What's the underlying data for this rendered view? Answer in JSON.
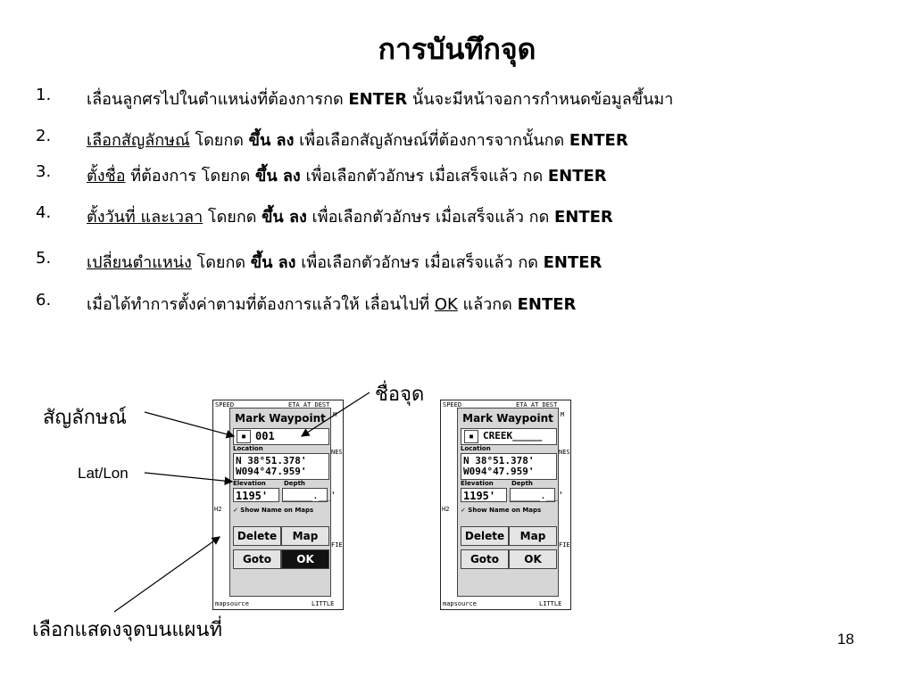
{
  "title": "การบันทึกจุด",
  "steps": [
    {
      "num": "1.",
      "p1": "เลื่อนลูกศรไปในตำแหน่งที่ต้องการกด ",
      "key": "ENTER",
      "p2": " นั้นจะมีหน้าจอการกำหนดข้อมูลขึ้นมา"
    },
    {
      "num": "2.",
      "ul": "เลือกสัญลักษณ์",
      "p1": " โดยกด ",
      "bold": "ขึ้น ลง",
      "p2": " เพื่อเลือกสัญลักษณ์ที่ต้องการจากนั้นกด ",
      "key": "ENTER"
    },
    {
      "num": "3.",
      "ul": "ตั้งชื่อ",
      "p1": "  ที่ต้องการ โดยกด ",
      "bold": "ขึ้น ลง",
      "p2": " เพื่อเลือกตัวอักษร เมื่อเสร็จแล้ว กด ",
      "key": "ENTER"
    },
    {
      "num": "4.",
      "ul": "ตั้งวันที่ และเวลา",
      "p1": " โดยกด ",
      "bold": "ขึ้น ลง",
      "p2": " เพื่อเลือกตัวอักษร เมื่อเสร็จแล้ว กด ",
      "key": "ENTER"
    },
    {
      "num": "5.",
      "ul": "เปลี่ยนตำแหน่ง",
      "p1": " โดยกด ",
      "bold": "ขึ้น ลง",
      "p2": " เพื่อเลือกตัวอักษร เมื่อเสร็จแล้ว กด ",
      "key": "ENTER"
    },
    {
      "num": "6.",
      "p1": "เมื่อได้ทำการตั้งค่าตามที่ต้องการแล้วให้ เลื่อนไปที่ ",
      "ok": "OK",
      "p2": " แล้วกด ",
      "key": "ENTER"
    }
  ],
  "labels": {
    "symbol": "สัญลักษณ์",
    "name": "ชื่อจุด",
    "latlon": "Lat/Lon",
    "show_on_map": "เลือกแสดงจุดบนแผนที่"
  },
  "page_number": "18",
  "screens": [
    {
      "bg_speed": "SPEED",
      "bg_eta": "ETA AT DEST",
      "bg_m": "M",
      "bg_nes": "NES",
      "bg_h2": "H2",
      "bg_fie": "FIE",
      "bg_map": "mapsource",
      "bg_little": "LITTLE",
      "panel_title": "Mark Waypoint",
      "symbol_glyph": "▪",
      "name": "001",
      "location_label": "Location",
      "lat": "N  38°51.378'",
      "lon": "W094°47.959'",
      "elevation_label": "Elevation",
      "depth_label": "Depth",
      "elevation": "1195'",
      "depth": "_____.__'",
      "show_label": "✓ Show Name on Maps",
      "btn_delete": "Delete",
      "btn_map": "Map",
      "btn_goto": "Goto",
      "btn_ok": "OK"
    },
    {
      "bg_speed": "SPEED",
      "bg_eta": "ETA AT DEST",
      "bg_m": "M",
      "bg_nes": "NES",
      "bg_h2": "H2",
      "bg_fie": "FIE",
      "bg_map": "mapsource",
      "bg_little": "LITTLE",
      "panel_title": "Mark Waypoint",
      "symbol_glyph": "▪",
      "name": "CREEK_____",
      "location_label": "Location",
      "lat": "N  38°51.378'",
      "lon": "W094°47.959'",
      "elevation_label": "Elevation",
      "depth_label": "Depth",
      "elevation": "1195'",
      "depth": "_____.__'",
      "show_label": "✓ Show Name on Maps",
      "btn_delete": "Delete",
      "btn_map": "Map",
      "btn_goto": "Goto",
      "btn_ok": "OK"
    }
  ]
}
